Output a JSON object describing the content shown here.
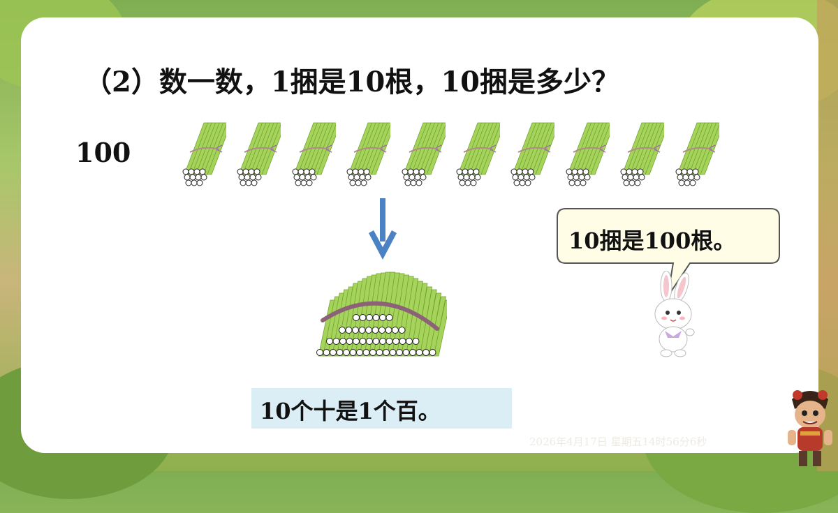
{
  "slide": {
    "title": "（2）数一数，1捆是10根，10捆是多少？",
    "count_label": "100",
    "bundle_count": 10,
    "speech_bubble": "10捆是100根。",
    "answer": "10个十是1个百。",
    "timestamp": "2026年4月17日 星期五14时56分6秒"
  },
  "colors": {
    "stick": "#a6d35c",
    "stick_dark": "#6fa42c",
    "arrow": "#4a82c4",
    "answer_box": "#dbeef5",
    "band": "#8b6277"
  }
}
